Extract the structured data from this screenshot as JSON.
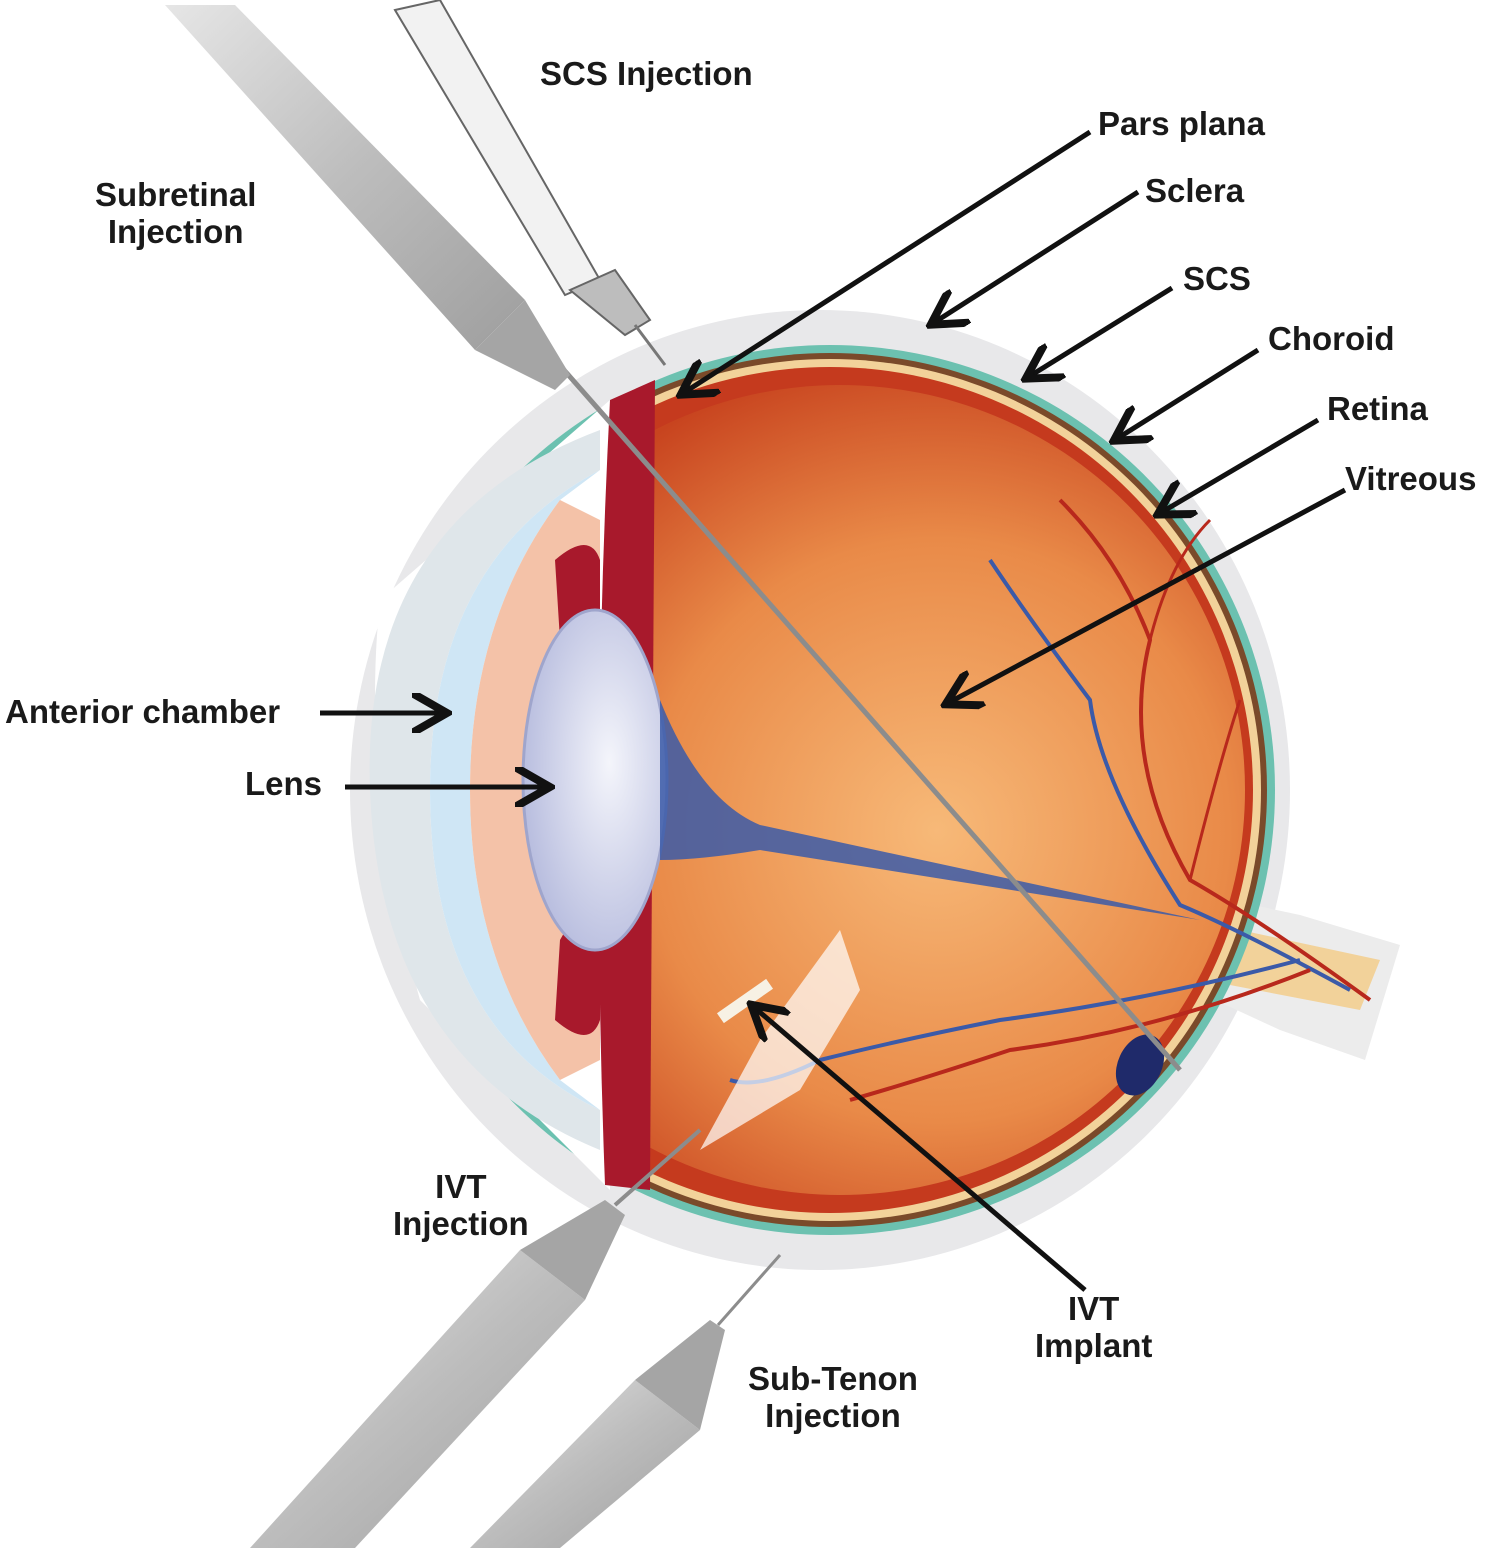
{
  "title": "Ocular drug delivery routes",
  "labels": {
    "scs_injection": "SCS Injection",
    "subretinal_injection": "Subretinal\nInjection",
    "pars_plana": "Pars plana",
    "sclera": "Sclera",
    "scs": "SCS",
    "choroid": "Choroid",
    "retina": "Retina",
    "vitreous": "Vitreous",
    "anterior_chamber": "Anterior chamber",
    "lens": "Lens",
    "ivt_injection": "IVT\nInjection",
    "ivt_implant": "IVT\nImplant",
    "sub_tenon_injection": "Sub-Tenon\nInjection"
  },
  "colors": {
    "vitreous": "#e98a48",
    "retina": "#c53a1e",
    "sclera": "#6cc1b0",
    "choroid_band": "#f2d29a",
    "cornea": "#cfe6f5",
    "lens": "#dfe2f2",
    "vessel_red": "#b8281c",
    "vessel_blue": "#3b5aa8",
    "syringe": "#c8c8c8"
  }
}
